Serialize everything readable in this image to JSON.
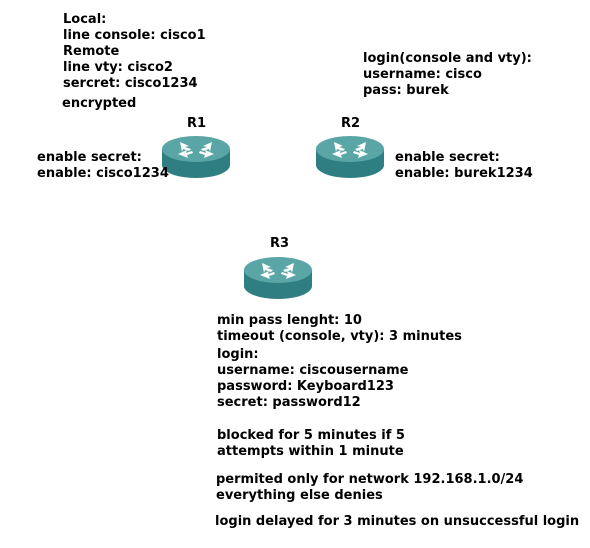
{
  "r1": {
    "label": "R1",
    "notes_top": [
      "Local:",
      "line console: cisco1",
      "Remote",
      "line vty: cisco2",
      "sercret: cisco1234"
    ],
    "note_encrypted": "encrypted",
    "enable_lines": [
      "enable secret:",
      "enable: cisco1234"
    ]
  },
  "r2": {
    "label": "R2",
    "login_lines": [
      "login(console and vty):",
      "username: cisco",
      "pass: burek"
    ],
    "enable_lines": [
      "enable secret:",
      "enable: burek1234"
    ]
  },
  "r3": {
    "label": "R3",
    "notes": [
      "min pass lenght: 10",
      "timeout (console, vty): 3 minutes",
      "login:",
      "username: ciscousername",
      "password: Keyboard123",
      "secret: password12"
    ],
    "blocked": [
      "blocked for 5 minutes if 5",
      "attempts within 1 minute"
    ],
    "permitted": [
      "permited only for network 192.168.1.0/24",
      "everything else denies"
    ],
    "delay": [
      "login delayed for 3 minutes on unsuccessful login"
    ]
  },
  "colors": {
    "router_top": "#5aa5a5",
    "router_side": "#2f7f82",
    "router_arrows": "#ffffff"
  }
}
